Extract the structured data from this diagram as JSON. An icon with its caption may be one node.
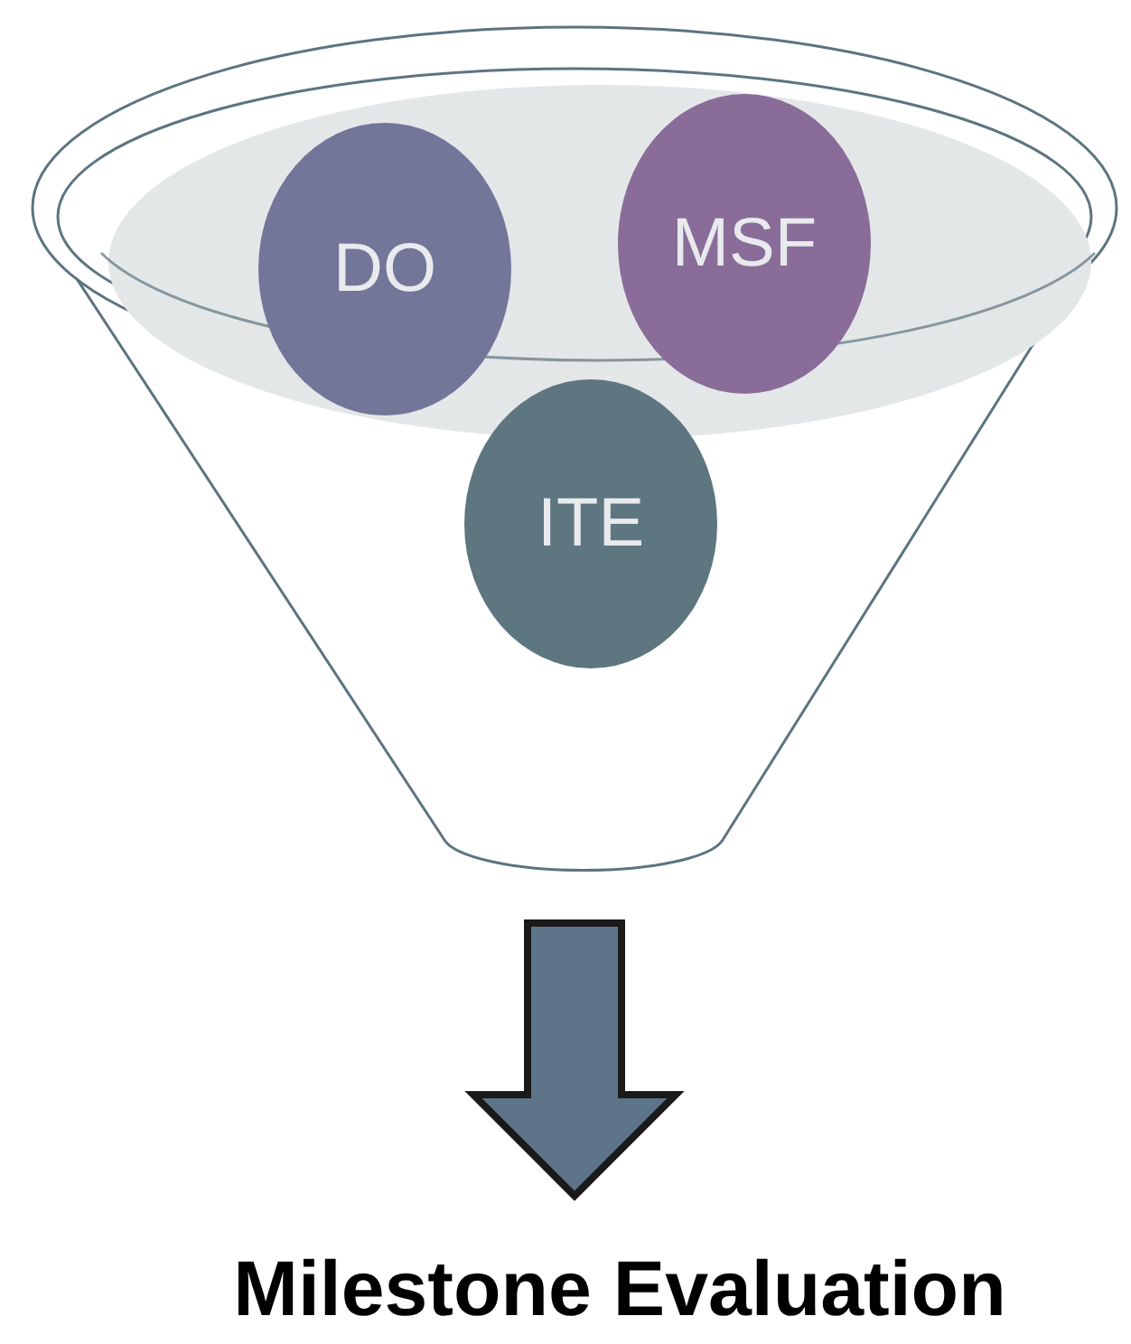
{
  "diagram": {
    "nodes": [
      {
        "text": [],
        "shape": "funnel"
      },
      {
        "text": [
          "DO"
        ],
        "in": 0
      },
      {
        "text": [
          "MSF"
        ],
        "in": 0
      },
      {
        "text": [
          "ITE"
        ],
        "in": 0
      },
      {
        "text": [
          "Milestone Evaluation"
        ]
      }
    ],
    "edges": [
      {
        "from": 0,
        "to": 4,
        "arrow": "to",
        "style": "thick"
      }
    ]
  }
}
